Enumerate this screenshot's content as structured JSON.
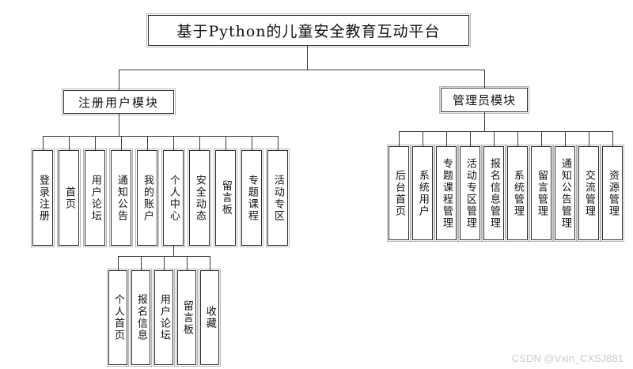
{
  "title": "基于Python的儿童安全教育互动平台",
  "modules": {
    "user": {
      "label": "注册用户模块",
      "children": [
        "登录注册",
        "首页",
        "用户论坛",
        "通知公告",
        "我的账户",
        "个人中心",
        "安全动态",
        "留言板",
        "专题课程",
        "活动专区"
      ],
      "personal_center_children": [
        "个人首页",
        "报名信息",
        "用户论坛",
        "留言板",
        "收藏"
      ]
    },
    "admin": {
      "label": "管理员模块",
      "children": [
        "后台首页",
        "系统用户",
        "专题课程管理",
        "活动专区管理",
        "报名信息管理",
        "系统管理",
        "留言管理",
        "通知公告管理",
        "交流管理",
        "资源管理"
      ]
    }
  },
  "watermark": "CSDN @Vxin_CXSJ881",
  "colors": {
    "background": "#ffffff",
    "box_border": "#2e2e2e",
    "box_outer_shadow": "#b5b5b5",
    "connector": "#3c3c3c",
    "watermark": "#cccccc"
  }
}
